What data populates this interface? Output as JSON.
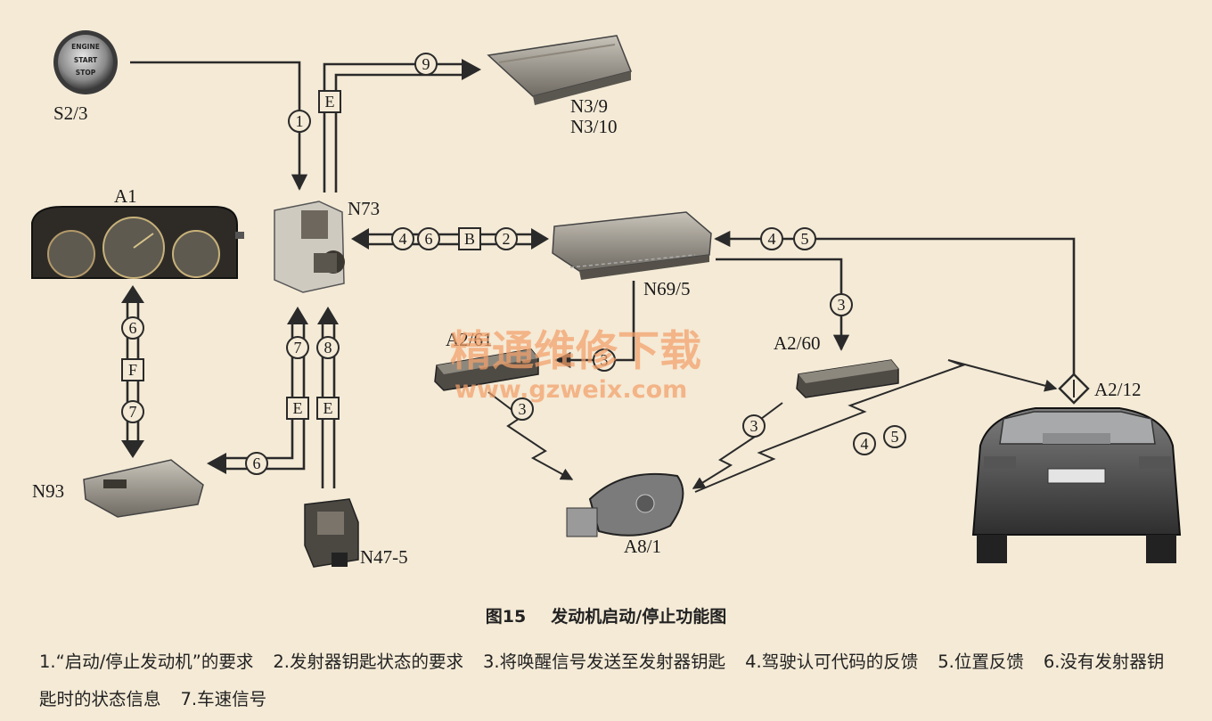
{
  "components": {
    "s2_3": "S2/3",
    "n3_9": "N3/9",
    "n3_10": "N3/10",
    "a1": "A1",
    "n73": "N73",
    "n69_5": "N69/5",
    "a2_61": "A2/61",
    "a2_60": "A2/60",
    "a2_12": "A2/12",
    "n93": "N93",
    "n47_5": "N47-5",
    "a8_1": "A8/1"
  },
  "start_stop_button": {
    "line1": "ENGINE",
    "line2": "START",
    "line3": "STOP"
  },
  "bus_labels": {
    "b": "B",
    "e": "E",
    "f": "F"
  },
  "markers": [
    "1",
    "2",
    "3",
    "4",
    "5",
    "6",
    "7",
    "8",
    "9"
  ],
  "watermark": {
    "cn": "精通维修下载",
    "url": "www.gzweix.com"
  },
  "caption": {
    "figure": "图15",
    "title": "发动机启动/停止功能图"
  },
  "legend": [
    "1.“启动/停止发动机”的要求",
    "2.发射器钥匙状态的要求",
    "3.将唤醒信号发送至发射器钥匙",
    "4.驾驶认可代码的反馈",
    "5.位置反馈",
    "6.没有发射器钥匙时的状态信息",
    "7.车速信号"
  ],
  "colors": {
    "background": "#f4ead6",
    "line": "#2a2a2a",
    "watermark": "#f3a06a"
  }
}
